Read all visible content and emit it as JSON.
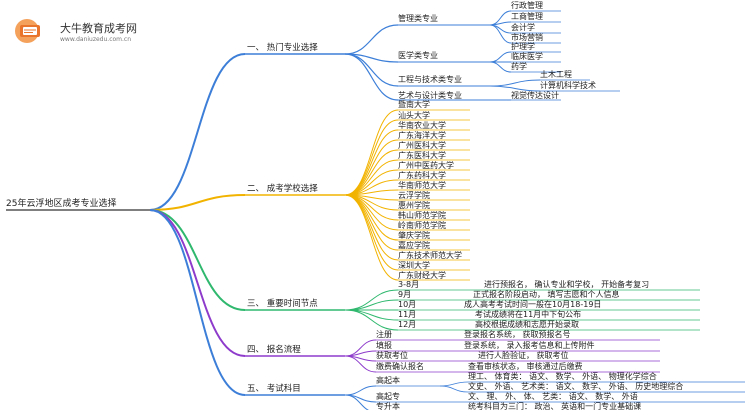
{
  "brand": {
    "name": "大牛教育成考网",
    "url": "www.daniuzedu.com.cn"
  },
  "root": "25年云浮地区成考专业选择",
  "sections": [
    {
      "label": "一、 热门专业选择"
    },
    {
      "label": "二、 成考学校选择"
    },
    {
      "label": "三、 重要时间节点"
    },
    {
      "label": "四、 报名流程"
    },
    {
      "label": "五、 考试科目"
    }
  ],
  "majors": [
    {
      "label": "管理类专业",
      "items": [
        "行政管理",
        "工商管理",
        "会计学",
        "市场营销"
      ]
    },
    {
      "label": "医学类专业",
      "items": [
        "护理学",
        "临床医学",
        "药学"
      ]
    },
    {
      "label": "工程与技术类专业",
      "items": [
        "土木工程",
        "计算机科学技术"
      ]
    },
    {
      "label": "艺术与设计类专业",
      "items": [
        "视觉传达设计"
      ]
    }
  ],
  "schools": [
    "暨南大学",
    "汕头大学",
    "华南农业大学",
    "广东海洋大学",
    "广州医科大学",
    "广东医科大学",
    "广州中医药大学",
    "广东药科大学",
    "华南师范大学",
    "云浮学院",
    "惠州学院",
    "韩山师范学院",
    "岭南师范学院",
    "肇庆学院",
    "嘉应学院",
    "广东技术师范大学",
    "深圳大学",
    "广东财经大学"
  ],
  "timeline": [
    {
      "label": "3-8月",
      "desc": "进行预报名， 确认专业和学校， 开始备考复习"
    },
    {
      "label": "9月",
      "desc": "正式报名阶段启动， 填写志愿和个人信息"
    },
    {
      "label": "10月",
      "desc": "成人高考考试时间一般在10月18-19日"
    },
    {
      "label": "11月",
      "desc": "考试成绩将在11月中下旬公布"
    },
    {
      "label": "12月",
      "desc": "高校根据成绩和志愿开始录取"
    }
  ],
  "process": [
    {
      "label": "注册",
      "desc": "登录报名系统， 获取预报名号"
    },
    {
      "label": "填报",
      "desc": "登录系统， 录入报考信息和上传附件"
    },
    {
      "label": "获取考位",
      "desc": "进行人脸验证， 获取考位"
    },
    {
      "label": "缴费确认报名",
      "desc": "查看审核状态， 审核通过后缴费"
    }
  ],
  "exams": [
    {
      "label": "高起本",
      "items": [
        "理工、 体育类： 语文、 数学、 外语、 物理化学综合",
        "文史、 外语、 艺术类： 语文、 数学、 外语、 历史地理综合"
      ]
    },
    {
      "label": "高起专",
      "items": [
        "文、 理、 外、 体、 艺类： 语文、 数学、 外语"
      ]
    },
    {
      "label": "专升本",
      "items": [
        "统考科目为三门： 政治、 英语和一门专业基础课"
      ]
    }
  ],
  "colors": {
    "sec1": "#3d7fd8",
    "sec2": "#f2b300",
    "sec3": "#2fb86e",
    "sec4": "#8e3bcb",
    "sec5": "#3d7fd8",
    "root_line": "#333333",
    "logo_bg": "#e9742b"
  }
}
